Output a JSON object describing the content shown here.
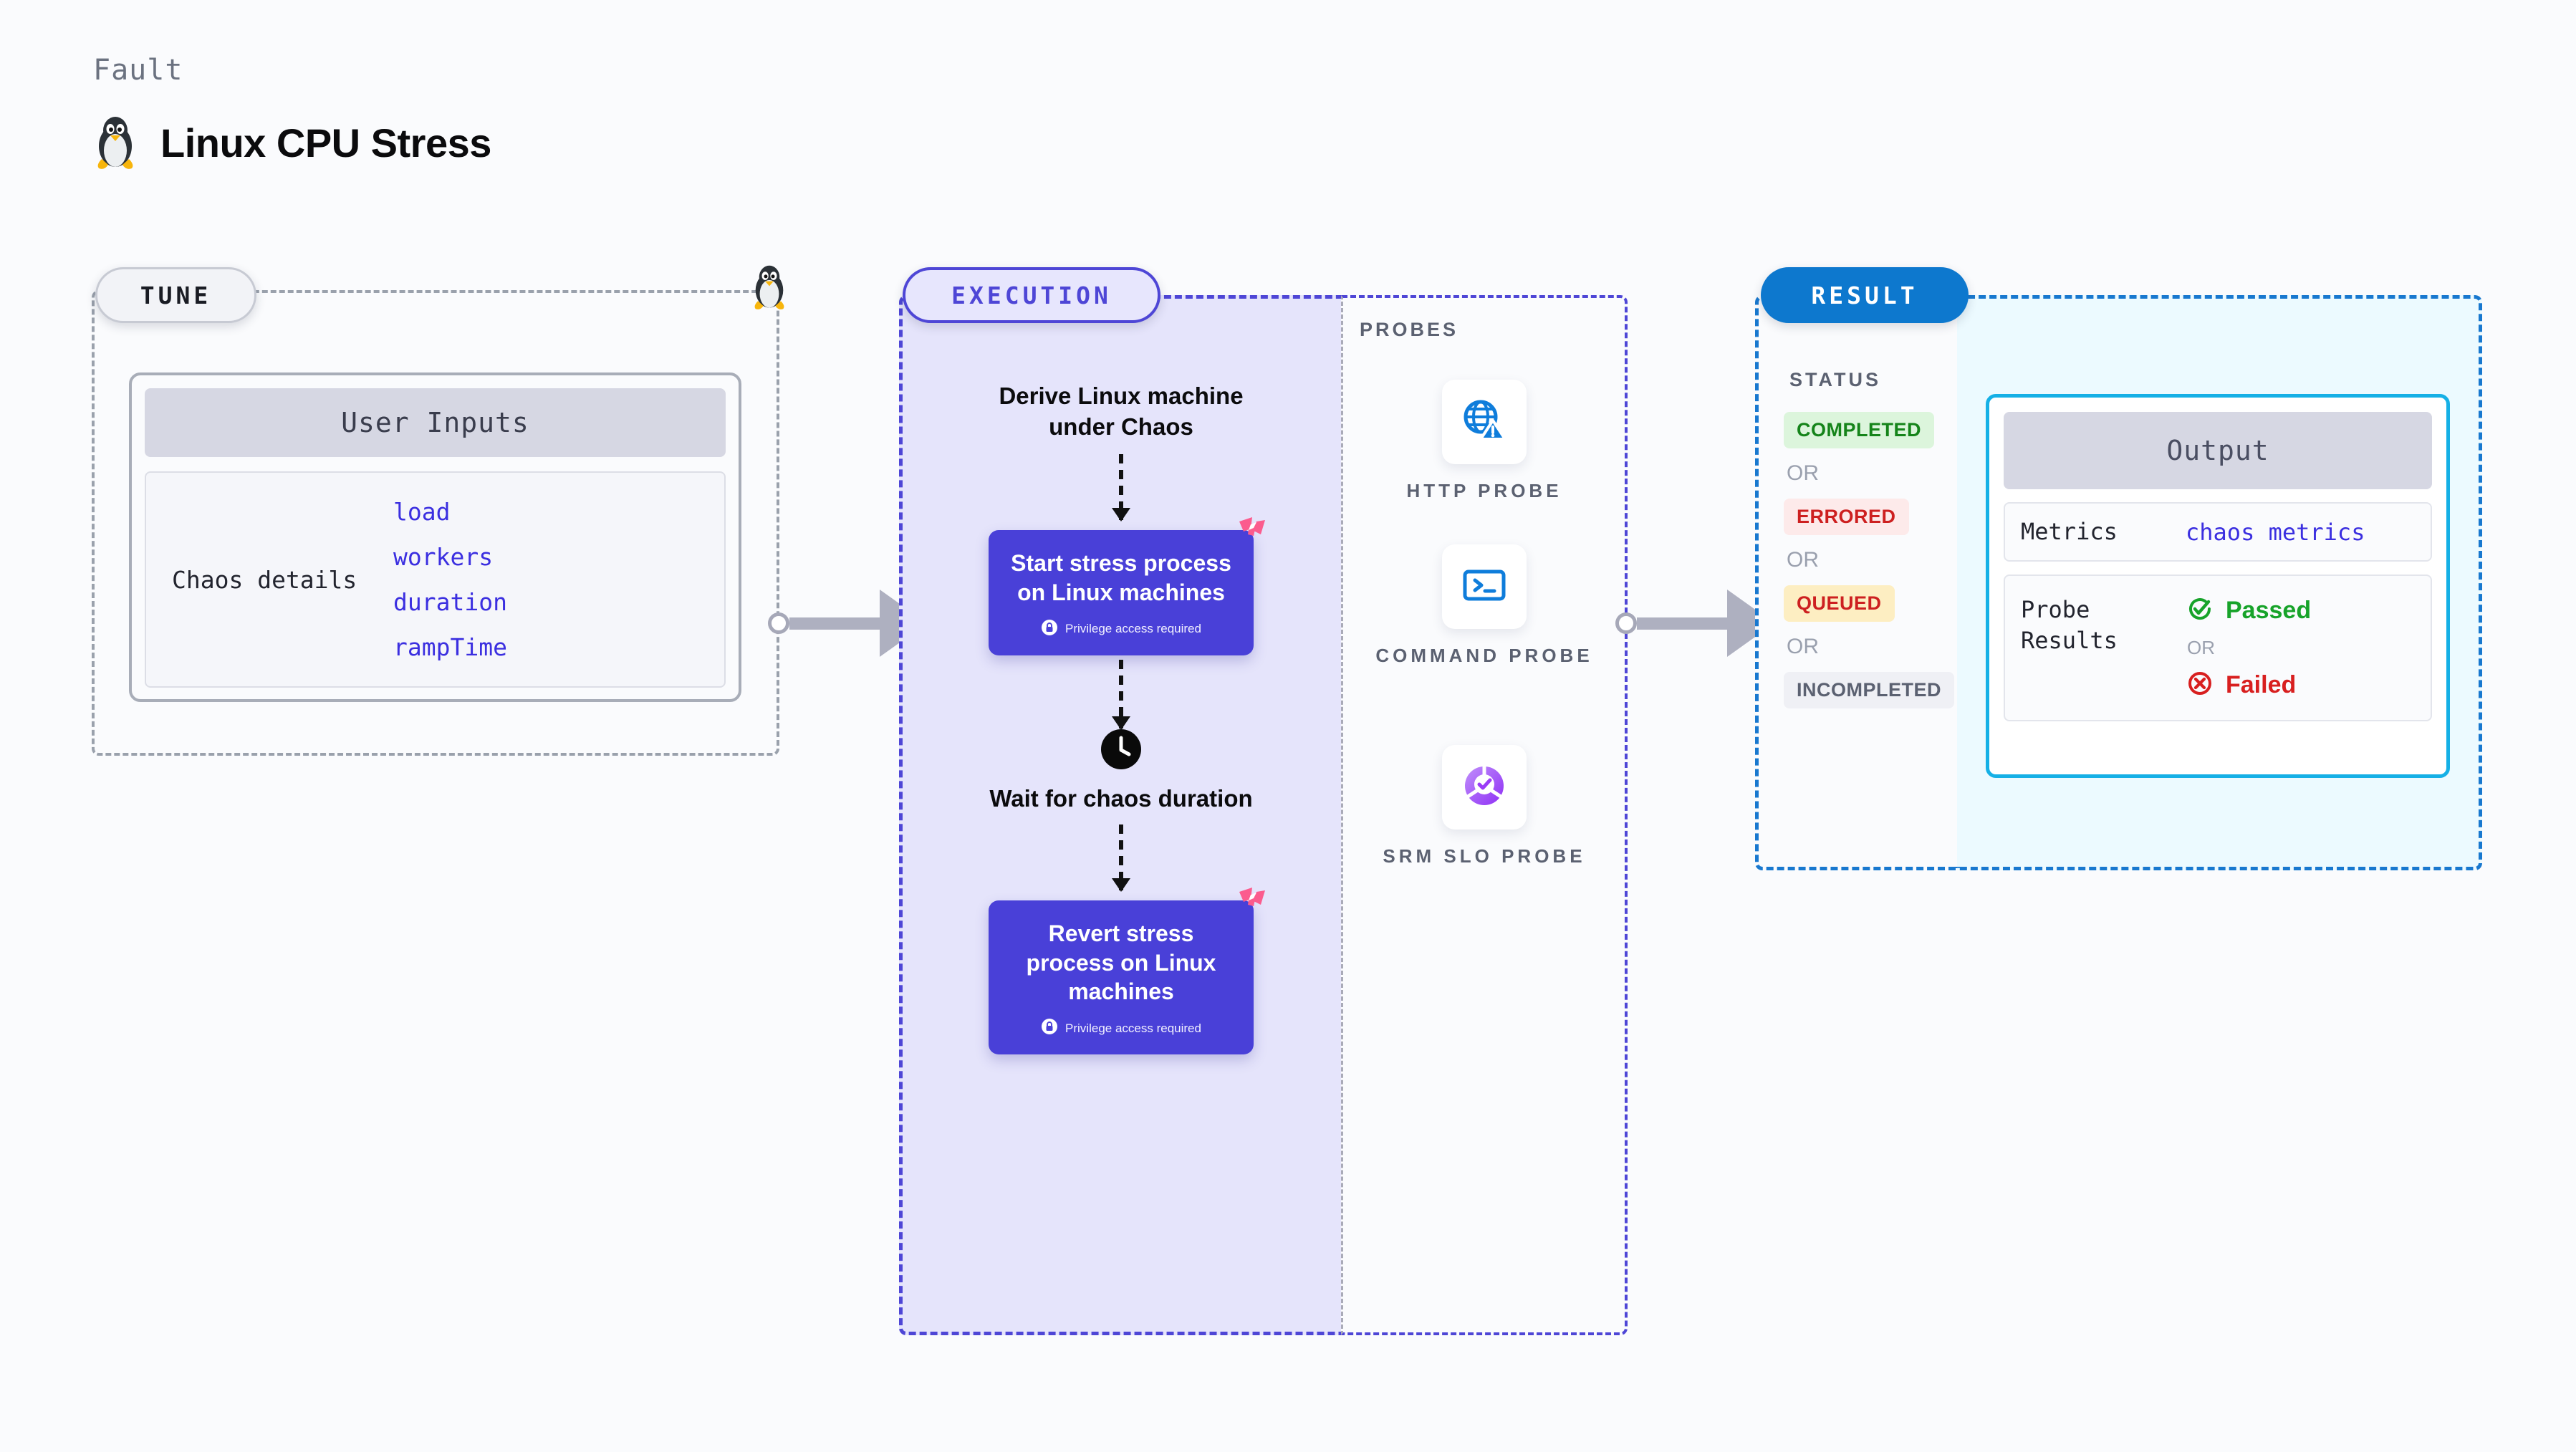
{
  "header": {
    "eyebrow": "Fault",
    "title": "Linux CPU Stress",
    "icon": "linux-penguin-icon"
  },
  "tune": {
    "pill_label": "TUNE",
    "card": {
      "header": "User Inputs",
      "key": "Chaos details",
      "values": [
        "load",
        "workers",
        "duration",
        "rampTime"
      ]
    },
    "edge_icon": "linux-penguin-icon"
  },
  "execution": {
    "pill_label": "EXECUTION",
    "steps": [
      {
        "type": "label",
        "text": "Derive Linux machine under Chaos"
      },
      {
        "type": "action",
        "text": "Start stress process on Linux machines",
        "note": "Privilege access required",
        "note_icon": "lock-icon",
        "badge_icon": "harness-logo-icon"
      },
      {
        "type": "wait",
        "icon": "clock-icon",
        "text": "Wait for chaos duration"
      },
      {
        "type": "action",
        "text": "Revert stress process on Linux machines",
        "note": "Privilege access required",
        "note_icon": "lock-icon",
        "badge_icon": "harness-logo-icon"
      }
    ]
  },
  "probes": {
    "title": "PROBES",
    "items": [
      {
        "label": "HTTP PROBE",
        "icon": "globe-warning-icon"
      },
      {
        "label": "COMMAND PROBE",
        "icon": "terminal-icon"
      },
      {
        "label": "SRM SLO PROBE",
        "icon": "slo-donut-check-icon"
      }
    ]
  },
  "result": {
    "pill_label": "RESULT",
    "status_title": "STATUS",
    "or_label": "OR",
    "statuses": [
      {
        "label": "COMPLETED",
        "variant": "completed"
      },
      {
        "label": "ERRORED",
        "variant": "errored"
      },
      {
        "label": "QUEUED",
        "variant": "queued"
      },
      {
        "label": "INCOMPLETED",
        "variant": "incompleted"
      }
    ],
    "output": {
      "header": "Output",
      "metrics_key": "Metrics",
      "metrics_value": "chaos metrics",
      "probe_results_key": "Probe Results",
      "passed_label": "Passed",
      "failed_label": "Failed",
      "or_label": "OR",
      "passed_icon": "check-circle-icon",
      "failed_icon": "x-circle-icon"
    }
  },
  "colors": {
    "accent_purple": "#4940d8",
    "accent_blue": "#0d78ce",
    "accent_cyan": "#15b0e6",
    "harness_pink": "#ff5c8d",
    "pass_green": "#17a32a",
    "fail_red": "#d81f1f",
    "page_bg": "#fafbfd"
  }
}
